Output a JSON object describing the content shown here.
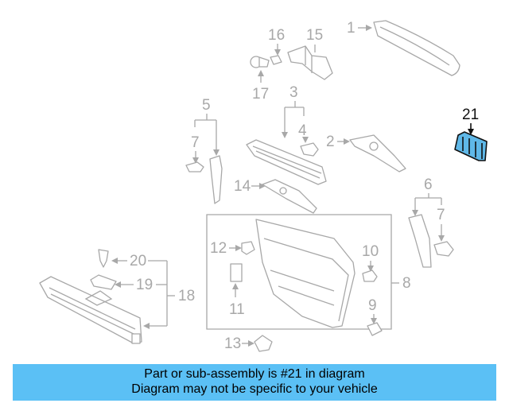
{
  "callouts": {
    "c1": "1",
    "c2": "2",
    "c3": "3",
    "c4": "4",
    "c5": "5",
    "c6": "6",
    "c7a": "7",
    "c7b": "7",
    "c8": "8",
    "c9": "9",
    "c10": "10",
    "c11": "11",
    "c12": "12",
    "c13": "13",
    "c14": "14",
    "c15": "15",
    "c16": "16",
    "c17": "17",
    "c18": "18",
    "c19": "19",
    "c20": "20",
    "c21": "21"
  },
  "highlighted_part": "21",
  "colors": {
    "line_gray": "#a8a8a8",
    "highlight_fill": "#5fb8e8",
    "highlight_stroke": "#111111",
    "banner_bg": "#5bc0f5"
  },
  "banner": {
    "line1": "Part or sub-assembly is #21 in diagram",
    "line2": "Diagram may not be specific to your vehicle"
  }
}
